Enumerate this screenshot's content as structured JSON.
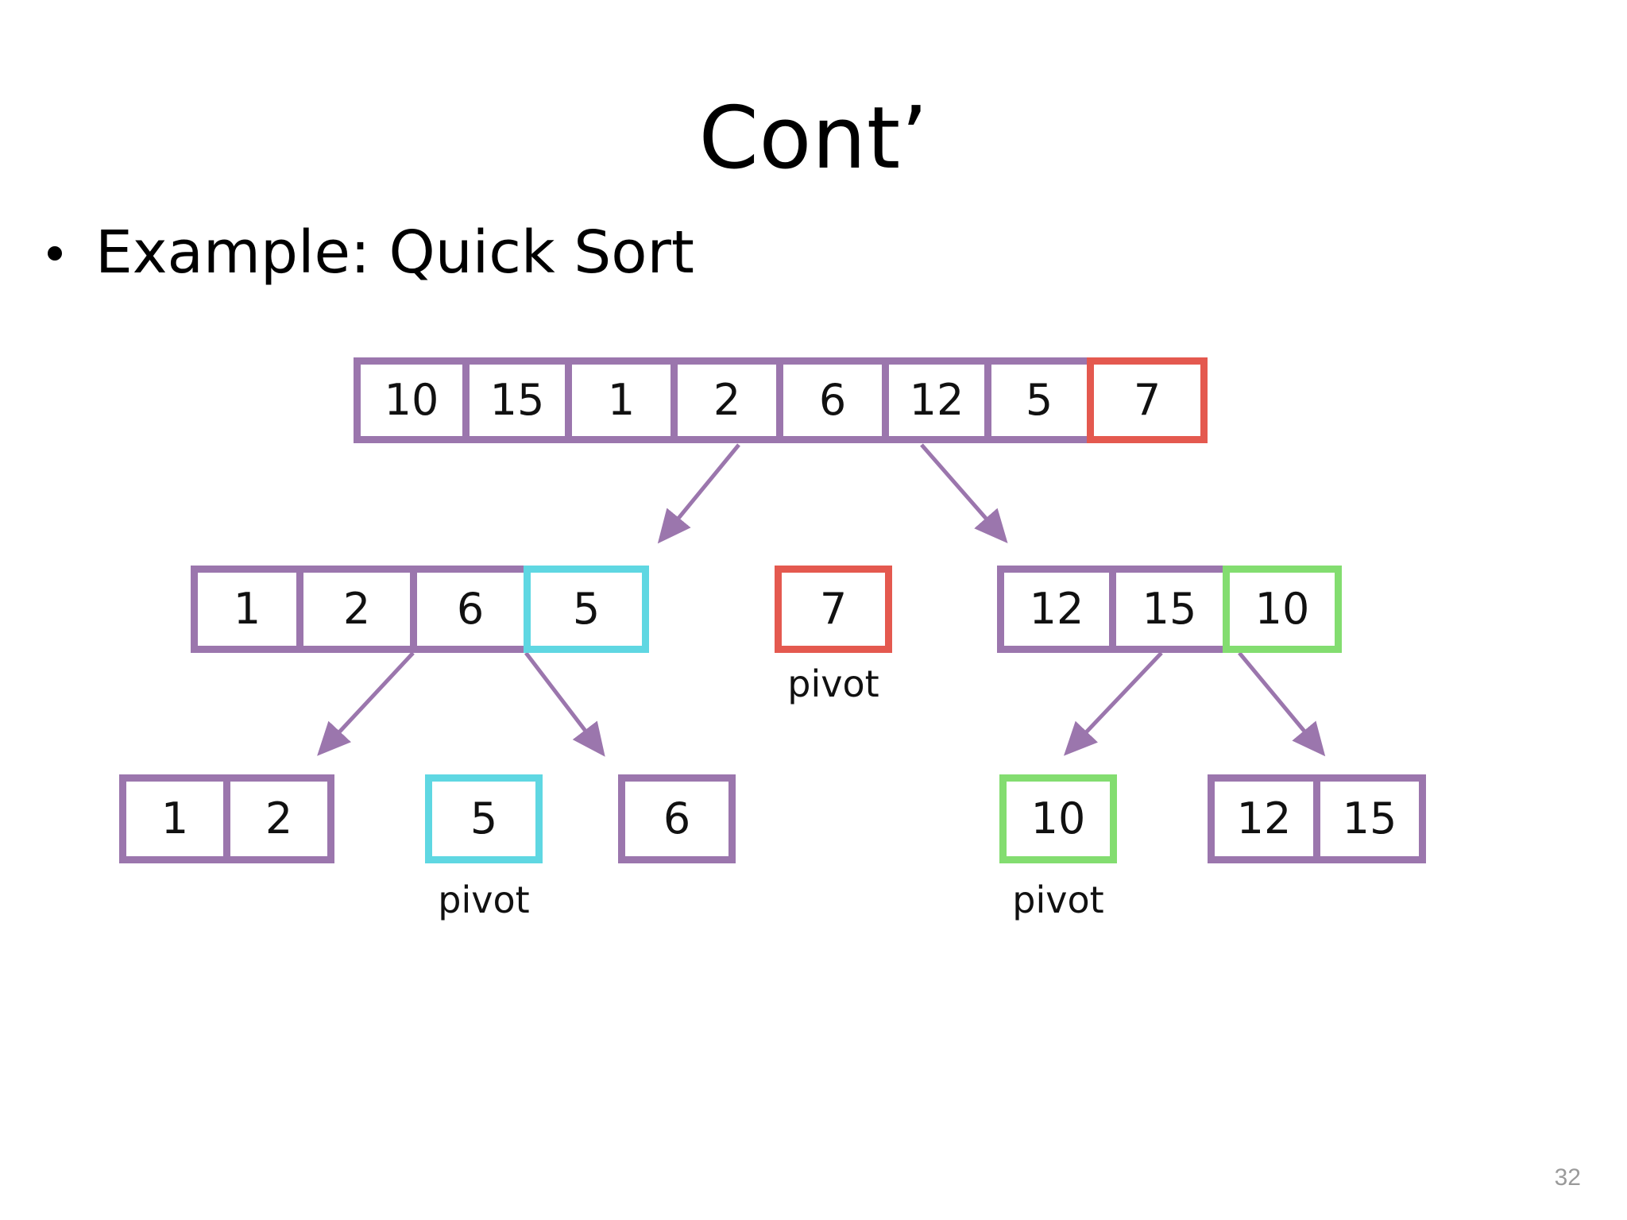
{
  "slide": {
    "title": "Cont’",
    "bullet": "Example: Quick Sort",
    "page_number": "32"
  },
  "labels": {
    "pivot": "pivot"
  },
  "colors": {
    "purple": "#9b76ad",
    "red": "#e4594f",
    "cyan": "#5fd7e2",
    "green": "#83dd70",
    "arrow": "#9b76ad",
    "text": "#111111",
    "page_number": "#9a9a9a",
    "background": "#ffffff"
  },
  "diagram": {
    "type": "quicksort-recursion-tree",
    "levels": [
      {
        "level": 0,
        "arrays": [
          {
            "id": "root-array",
            "cells": [
              {
                "value": "10",
                "color": "purple"
              },
              {
                "value": "15",
                "color": "purple"
              },
              {
                "value": "1",
                "color": "purple"
              },
              {
                "value": "2",
                "color": "purple"
              },
              {
                "value": "6",
                "color": "purple"
              },
              {
                "value": "12",
                "color": "purple"
              },
              {
                "value": "5",
                "color": "purple"
              },
              {
                "value": "7",
                "color": "red"
              }
            ],
            "pivot": null
          }
        ]
      },
      {
        "level": 1,
        "arrays": [
          {
            "id": "left-partition",
            "cells": [
              {
                "value": "1",
                "color": "purple"
              },
              {
                "value": "2",
                "color": "purple"
              },
              {
                "value": "6",
                "color": "purple"
              },
              {
                "value": "5",
                "color": "cyan"
              }
            ],
            "pivot": null
          },
          {
            "id": "pivot-seven",
            "cells": [
              {
                "value": "7",
                "color": "red"
              }
            ],
            "pivot": "pivot"
          },
          {
            "id": "right-partition",
            "cells": [
              {
                "value": "12",
                "color": "purple"
              },
              {
                "value": "15",
                "color": "purple"
              },
              {
                "value": "10",
                "color": "green"
              }
            ],
            "pivot": null
          }
        ]
      },
      {
        "level": 2,
        "arrays": [
          {
            "id": "leaf-one-two",
            "cells": [
              {
                "value": "1",
                "color": "purple"
              },
              {
                "value": "2",
                "color": "purple"
              }
            ],
            "pivot": null
          },
          {
            "id": "pivot-five",
            "cells": [
              {
                "value": "5",
                "color": "cyan"
              }
            ],
            "pivot": "pivot"
          },
          {
            "id": "leaf-six",
            "cells": [
              {
                "value": "6",
                "color": "purple"
              }
            ],
            "pivot": null
          },
          {
            "id": "pivot-ten",
            "cells": [
              {
                "value": "10",
                "color": "green"
              }
            ],
            "pivot": "pivot"
          },
          {
            "id": "leaf-twelve-fifteen",
            "cells": [
              {
                "value": "12",
                "color": "purple"
              },
              {
                "value": "15",
                "color": "purple"
              }
            ],
            "pivot": null
          }
        ]
      }
    ]
  }
}
